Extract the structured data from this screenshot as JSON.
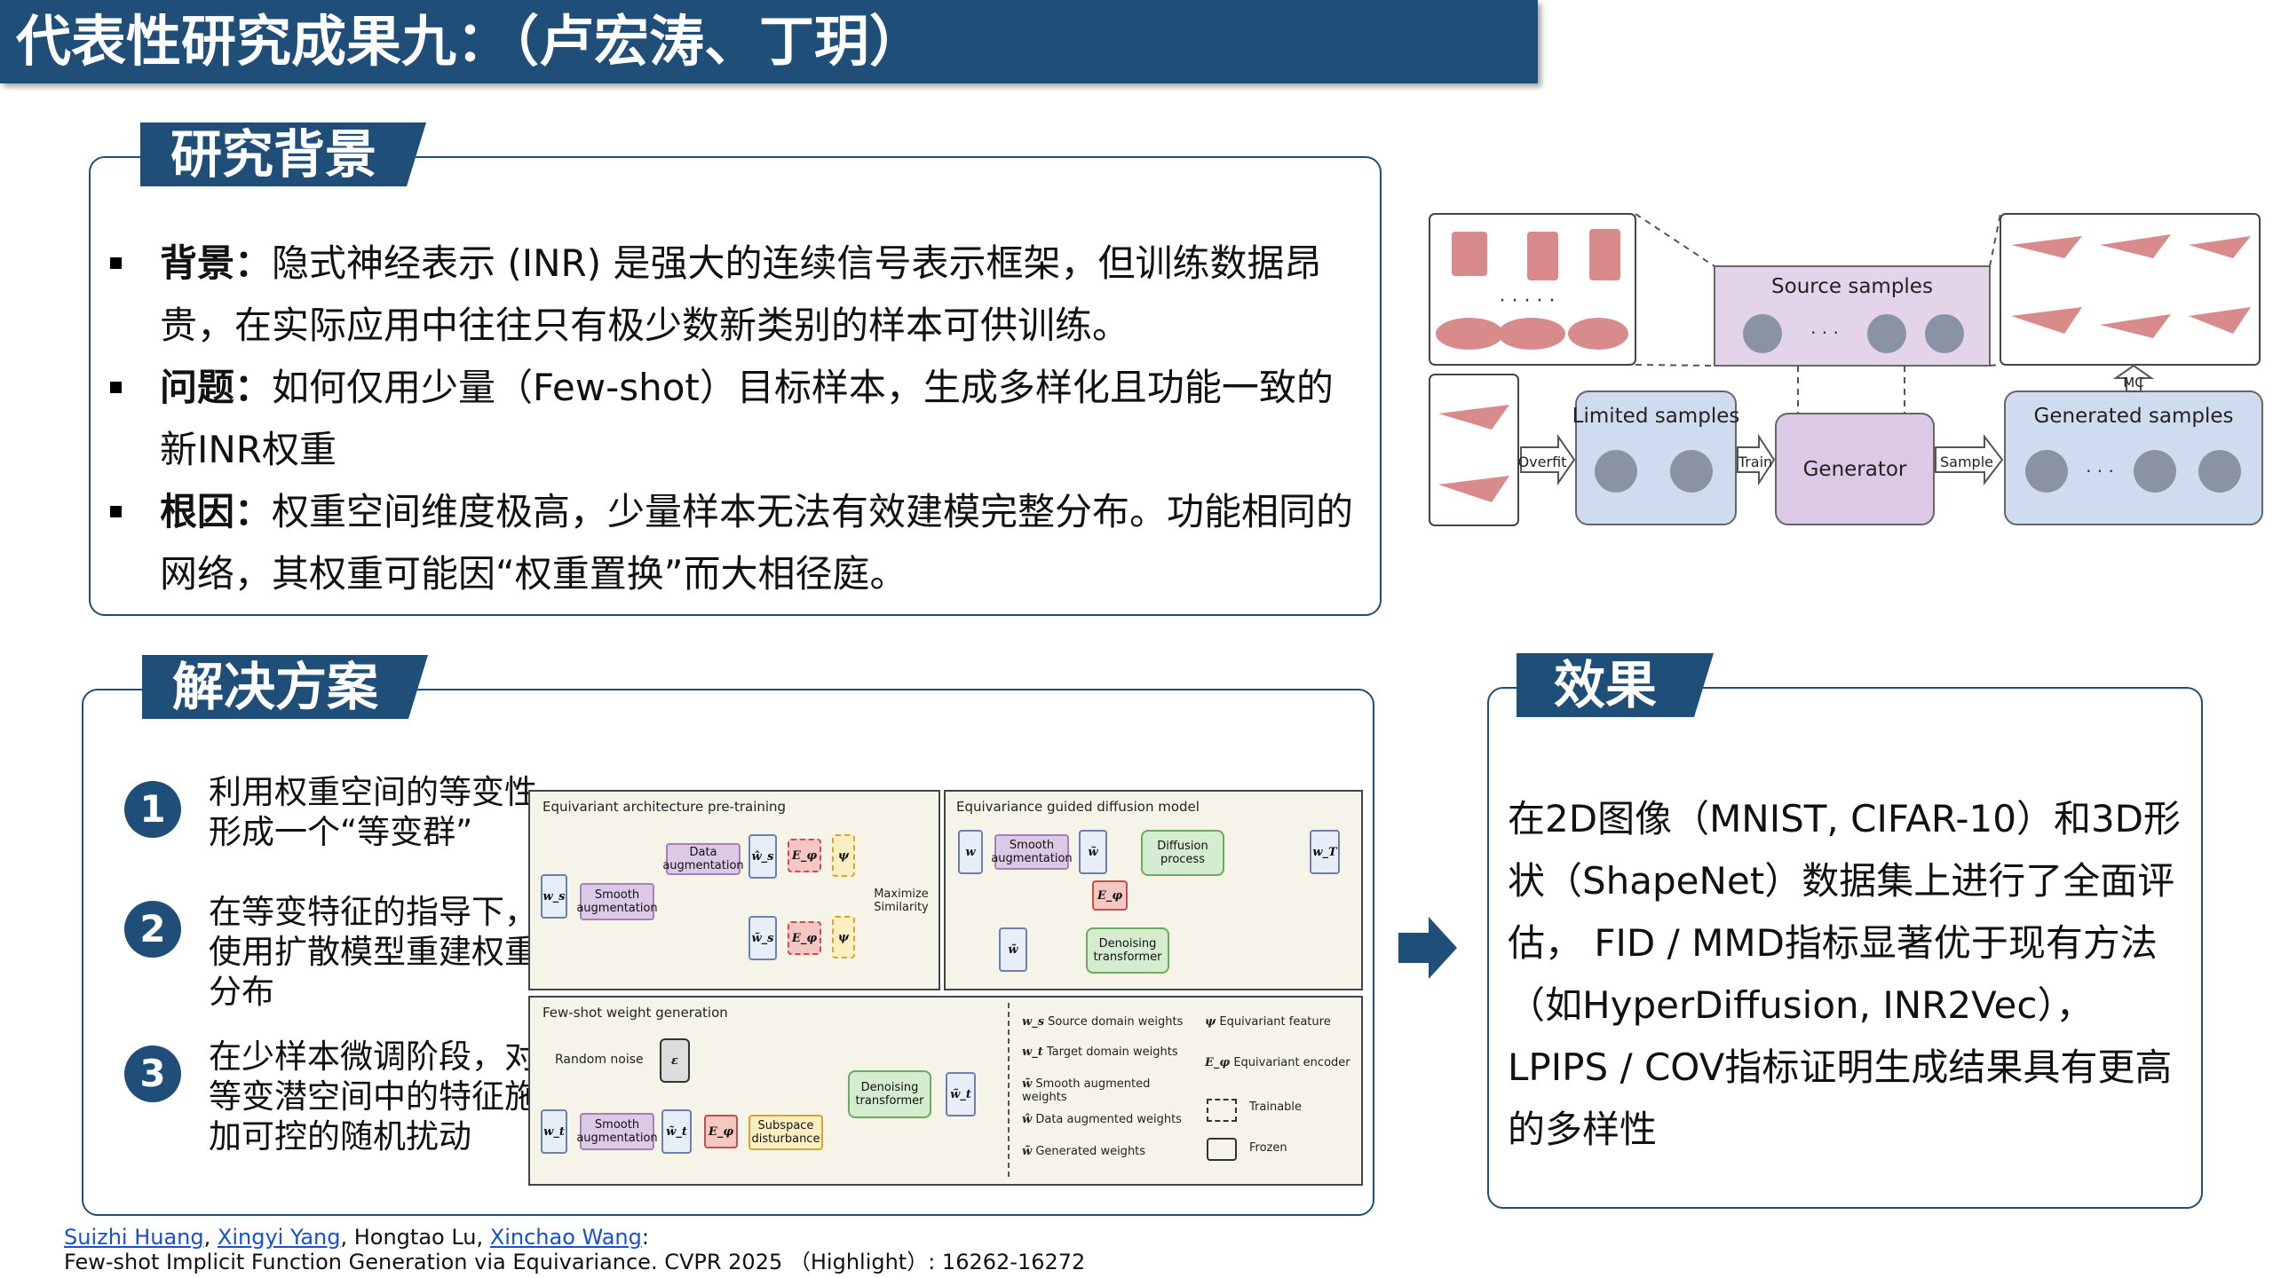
{
  "title": "代表性研究成果九：（卢宏涛、丁玥）",
  "sections": {
    "background": {
      "heading": "研究背景",
      "bullets": [
        {
          "label": "背景：",
          "text": "隐式神经表示 (INR) 是强大的连续信号表示框架，但训练数据昂贵，在实际应用中往往只有极少数新类别的样本可供训练。"
        },
        {
          "label": "问题：",
          "text": "如何仅用少量（Few-shot）目标样本，生成多样化且功能一致的新INR权重"
        },
        {
          "label": "根因：",
          "text": "权重空间维度极高，少量样本无法有效建模完整分布。功能相同的网络，其权重可能因“权重置换”而大相径庭。"
        }
      ]
    },
    "solution": {
      "heading": "解决方案",
      "steps": [
        {
          "num": "1",
          "text": "利用权重空间的等变性形成一个“等变群”"
        },
        {
          "num": "2",
          "text": "在等变特征的指导下，使用扩散模型重建权重分布"
        },
        {
          "num": "3",
          "text": "在少样本微调阶段，对等变潜空间中的特征施加可控的随机扰动"
        }
      ]
    },
    "effect": {
      "heading": "效果",
      "text": "在2D图像（MNIST, CIFAR-10）和3D形状（ShapeNet）数据集上进行了全面评估， FID / MMD指标显著优于现有方法（如HyperDiffusion, INR2Vec）， LPIPS / COV指标证明生成结果具有更高的多样性"
    }
  },
  "top_figure": {
    "source_samples": "Source samples",
    "limited_samples": "Limited samples",
    "generator": "Generator",
    "generated_samples": "Generated samples",
    "overfit": "Overfit",
    "train": "Train",
    "sample": "Sample",
    "mc": "MC",
    "dots": "· · · · ·"
  },
  "method_figure": {
    "panel1_title": "Equivariant architecture pre-training",
    "panel2_title": "Equivariance guided diffusion model",
    "panel3_title": "Few-shot weight generation",
    "ws": "w_s",
    "ws_hat": "ŵ_s",
    "ws_tilde": "w̃_s",
    "w": "w",
    "w_tilde": "w̃",
    "wT": "w_T",
    "wt": "w_t",
    "wt_tilde": "w̃_t",
    "w_hat": "ŵ",
    "E": "E_φ",
    "psi": "ψ",
    "eps": "ε",
    "smooth_aug": "Smooth augmentation",
    "data_aug": "Data augmentation",
    "maximize": "Maximize Similarity",
    "diffusion": "Diffusion process",
    "denoising": "Denoising transformer",
    "random_noise": "Random noise",
    "subspace": "Subspace disturbance",
    "legend": [
      {
        "sym": "w_s",
        "text": "Source domain weights"
      },
      {
        "sym": "w_t",
        "text": "Target domain weights"
      },
      {
        "sym": "w̃",
        "text": "Smooth augmented weights"
      },
      {
        "sym": "ŵ",
        "text": "Data augmented weights"
      },
      {
        "sym": "w̃",
        "text": "Generated weights"
      },
      {
        "sym": "ψ",
        "text": "Equivariant feature"
      },
      {
        "sym": "E_φ",
        "text": "Equivariant encoder"
      },
      {
        "sym": "",
        "text": "Trainable"
      },
      {
        "sym": "",
        "text": "Frozen"
      }
    ]
  },
  "citation": {
    "authors": [
      {
        "name": "Suizhi Huang",
        "link": true
      },
      {
        "name": "Xingyi Yang",
        "link": true
      },
      {
        "name": "Hongtao Lu",
        "link": false
      },
      {
        "name": "Xinchao Wang",
        "link": true
      }
    ],
    "sep": ", ",
    "colon": ":",
    "paper": "Few-shot Implicit Function Generation via Equivariance. CVPR 2025 （Highlight）: 16262-16272"
  },
  "colors": {
    "primary": "#1f4e79",
    "node_pink": "#f4c7c3",
    "node_green": "#d6ecd0",
    "node_purple": "#dcc9e6",
    "node_blue": "#cfdcef"
  }
}
